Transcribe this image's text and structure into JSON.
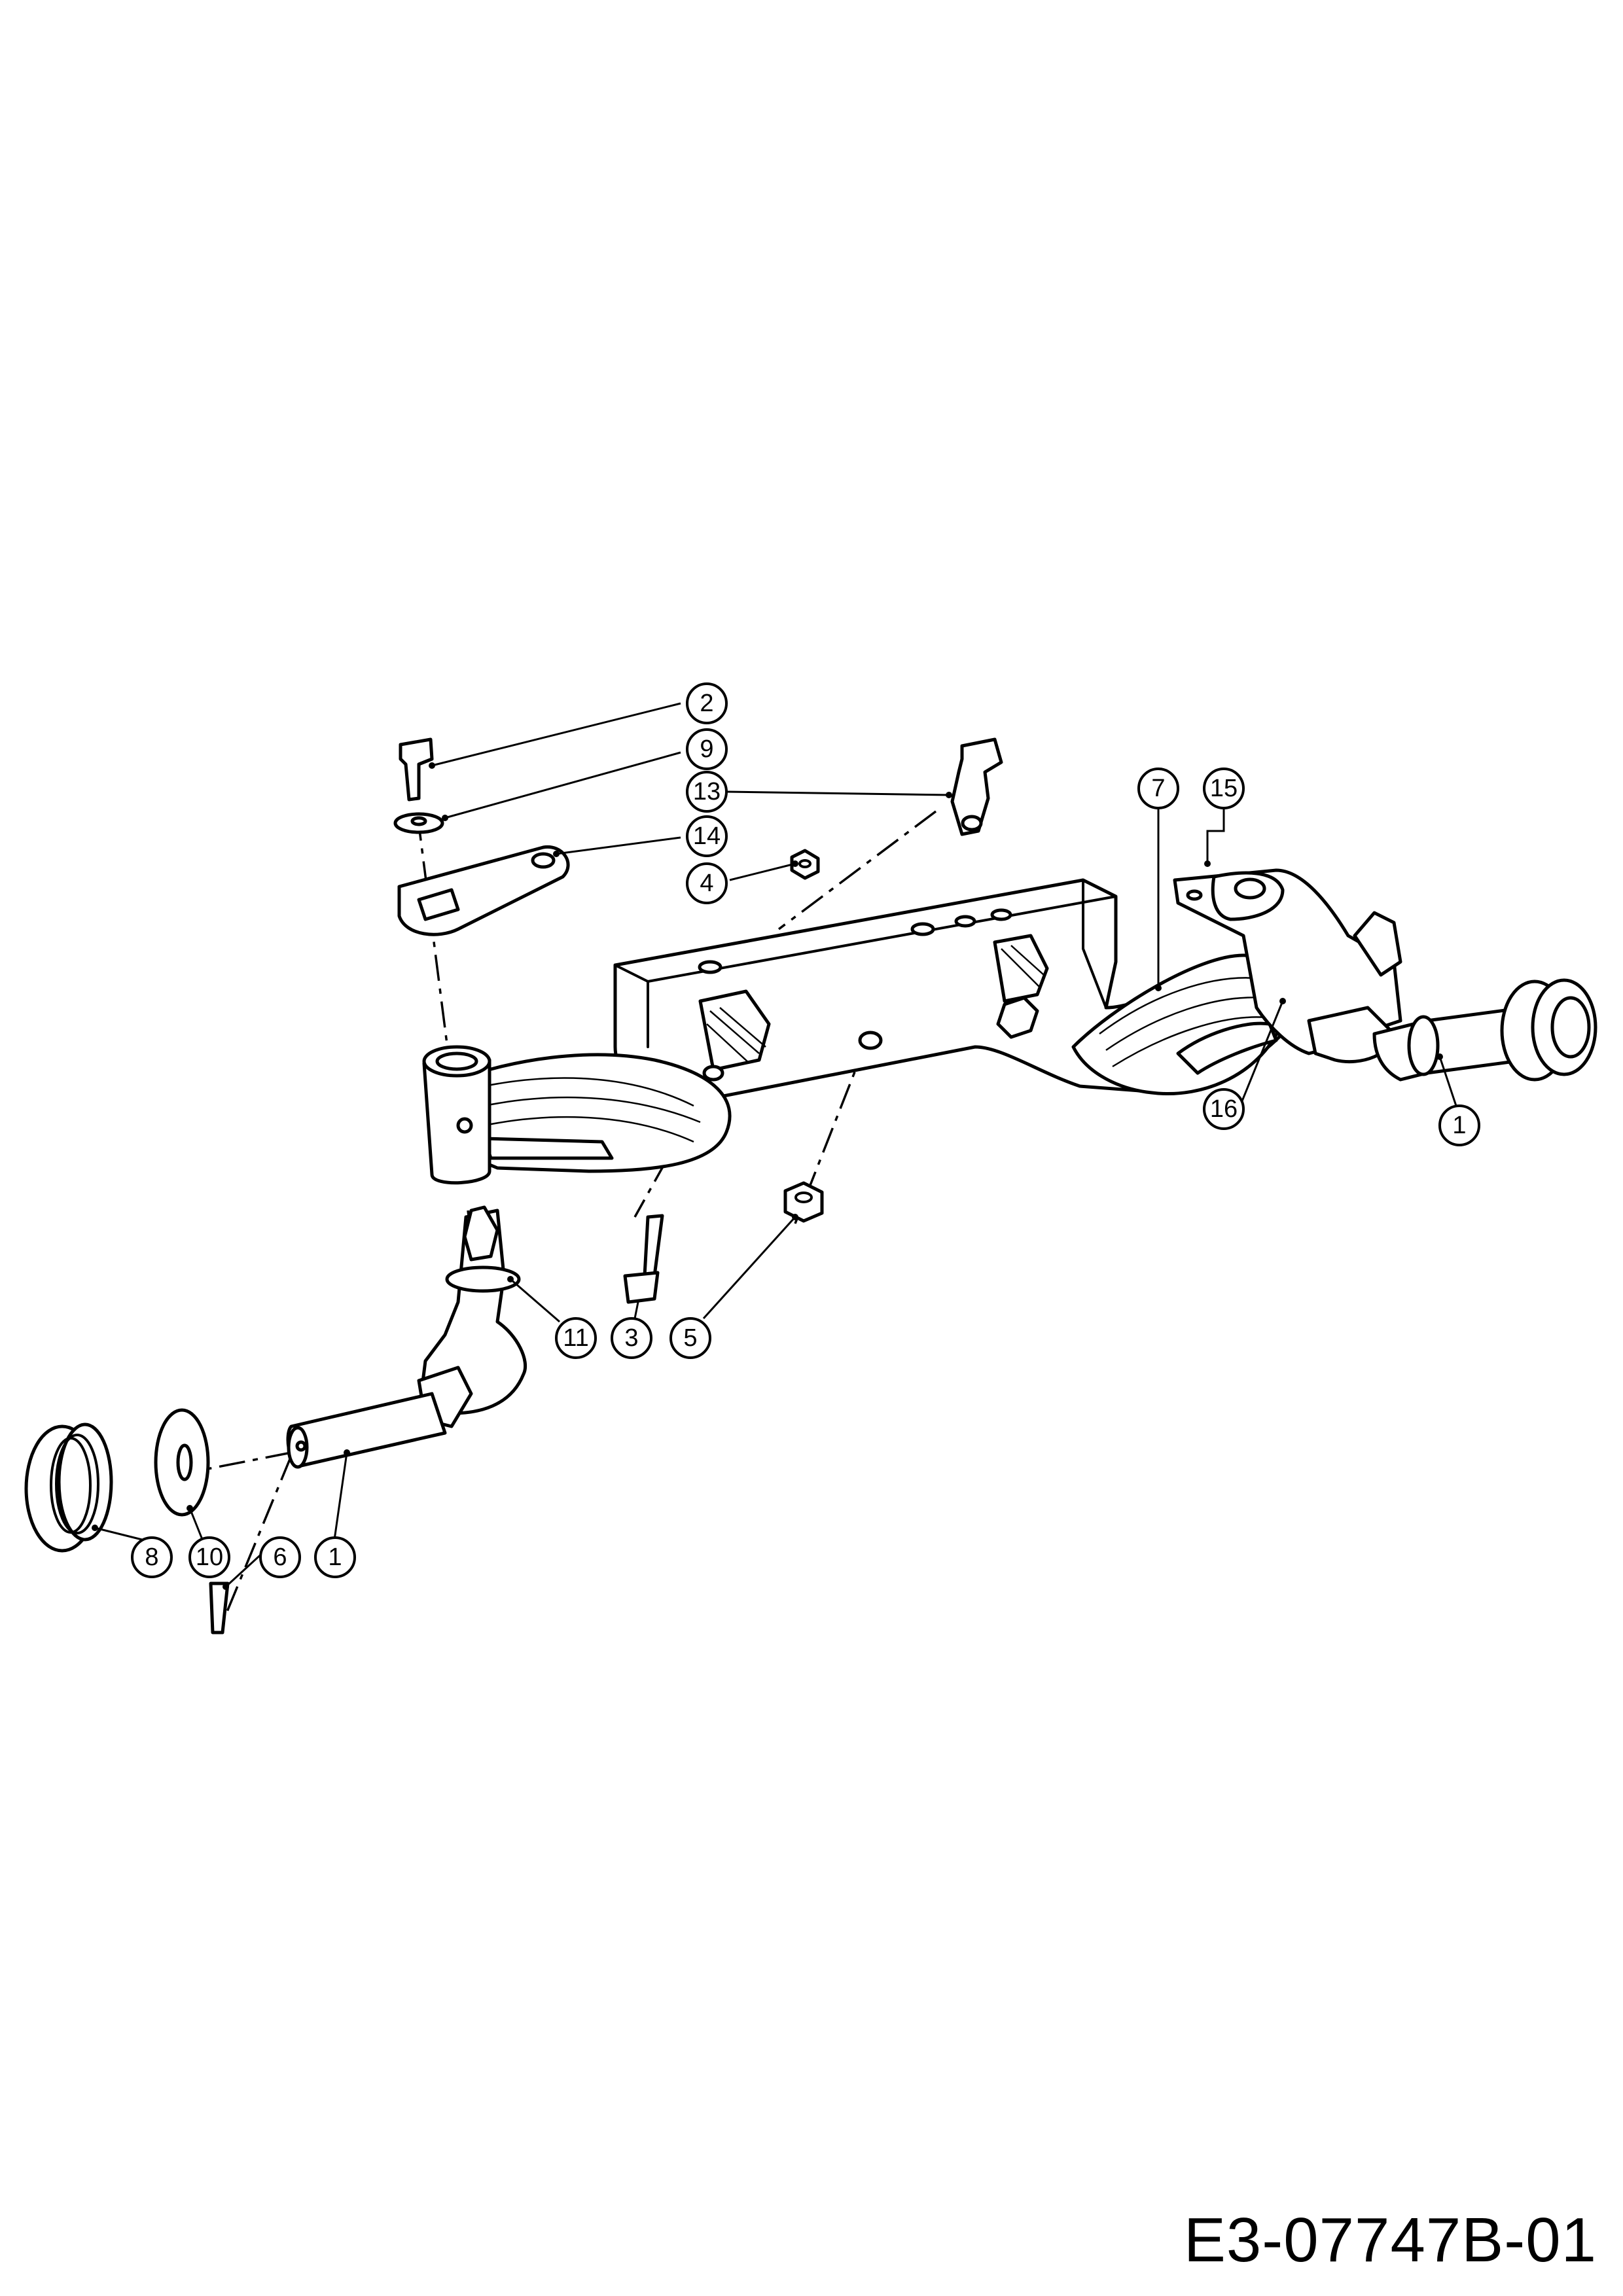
{
  "drawing_number": "E3-07747B-01",
  "callouts": [
    {
      "id": "c2",
      "label": "2"
    },
    {
      "id": "c9",
      "label": "9"
    },
    {
      "id": "c13",
      "label": "13"
    },
    {
      "id": "c14",
      "label": "14"
    },
    {
      "id": "c4",
      "label": "4"
    },
    {
      "id": "c7",
      "label": "7"
    },
    {
      "id": "c15",
      "label": "15"
    },
    {
      "id": "c16",
      "label": "16"
    },
    {
      "id": "c1r",
      "label": "1"
    },
    {
      "id": "c11",
      "label": "11"
    },
    {
      "id": "c3",
      "label": "3"
    },
    {
      "id": "c5",
      "label": "5"
    },
    {
      "id": "c8",
      "label": "8"
    },
    {
      "id": "c10",
      "label": "10"
    },
    {
      "id": "c6",
      "label": "6"
    },
    {
      "id": "c1l",
      "label": "1"
    }
  ]
}
